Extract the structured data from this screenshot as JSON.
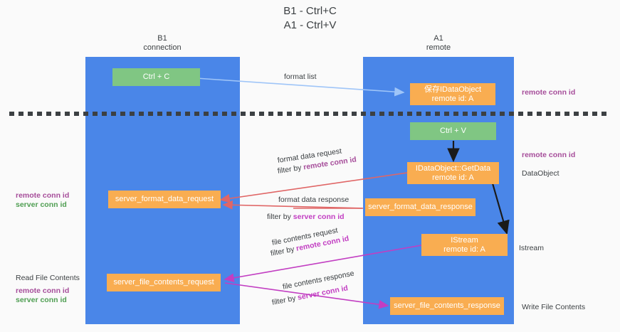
{
  "title": {
    "line1": "B1 - Ctrl+C",
    "line2": "A1 - Ctrl+V"
  },
  "columns": [
    {
      "name": "B1",
      "sub": "connection"
    },
    {
      "name": "A1",
      "sub": "remote"
    }
  ],
  "nodes": {
    "ctrl_c": "Ctrl + C",
    "ctrl_v": "Ctrl + V",
    "save_dataobject_l1": "保存IDataObject",
    "save_dataobject_l2": "remote id: A",
    "getdata_l1": "IDataObject::GetData",
    "getdata_l2": "remote id: A",
    "istream_l1": "IStream",
    "istream_l2": "remote id: A",
    "server_format_data_request": "server_format_data_request",
    "server_format_data_response": "server_format_data_response",
    "server_file_contents_request": "server_file_contents_request",
    "server_file_contents_response": "server_file_contents_response"
  },
  "edges": {
    "format_list": "format list",
    "format_data_request": "format data request",
    "format_data_response": "format data response",
    "file_contents_request": "file contents request",
    "file_contents_response": "file contents response",
    "filter_by": "filter by",
    "remote_conn_id": "remote conn id",
    "server_conn_id": "server conn id"
  },
  "side_labels": {
    "left_mid_remote": "remote conn id",
    "left_mid_server": "server conn id",
    "read_file_contents": "Read File Contents",
    "left_bot_remote": "remote conn id",
    "left_bot_server": "server conn id",
    "right_top_remote": "remote conn id",
    "right_mid_remote": "remote conn id",
    "data_object": "DataObject",
    "istream": "Istream",
    "write_file_contents": "Write File Contents"
  },
  "colors": {
    "lane": "#4a86e8",
    "node_orange": "#f9ad51",
    "node_green": "#80c683",
    "arrow_blue": "#9fc5f8",
    "arrow_red": "#e06666",
    "arrow_magenta": "#c23ec2",
    "arrow_black": "#1a1a1a",
    "accent_purple": "#a64d9a",
    "accent_green": "#4f9e52"
  }
}
